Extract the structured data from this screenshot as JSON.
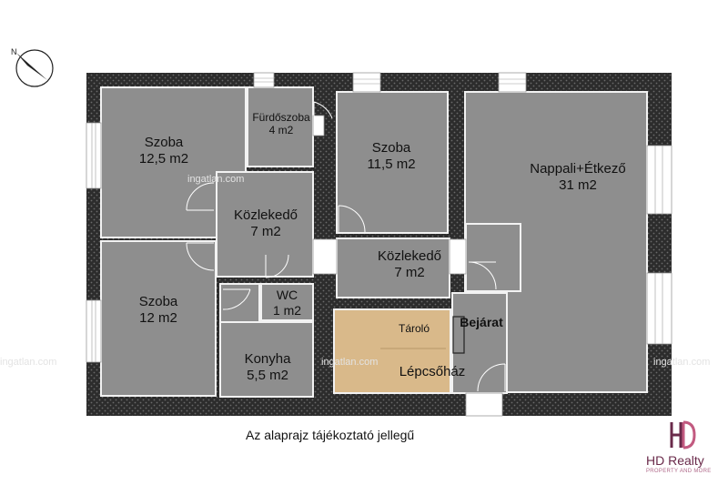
{
  "rooms": [
    {
      "id": "szoba1",
      "name": "Szoba",
      "area": "12,5 m2"
    },
    {
      "id": "furdo",
      "name": "Fürdőszoba",
      "area": "4 m2"
    },
    {
      "id": "szoba2",
      "name": "Szoba",
      "area": "11,5 m2"
    },
    {
      "id": "nappali",
      "name": "Nappali+Étkező",
      "area": "31 m2"
    },
    {
      "id": "kozl1",
      "name": "Közlekedő",
      "area": "7 m2"
    },
    {
      "id": "kozl2",
      "name": "Közlekedő",
      "area": "7 m2"
    },
    {
      "id": "szoba3",
      "name": "Szoba",
      "area": "12 m2"
    },
    {
      "id": "wc",
      "name": "WC",
      "area": "1 m2"
    },
    {
      "id": "konyha",
      "name": "Konyha",
      "area": "5,5 m2"
    },
    {
      "id": "lepcso",
      "name": "Lépcsőház",
      "area": ""
    }
  ],
  "labels": {
    "taroló": "Tároló",
    "bejarat": "Bejárat"
  },
  "caption": "Az alaprajz tájékoztató jellegű",
  "watermark": "ingatlan.com",
  "logo": {
    "brand": "HD Realty",
    "tagline": "PROPERTY AND MORE",
    "mark": "HD"
  },
  "colors": {
    "wall": "#3a3a3a",
    "room": "#8e8e8e",
    "storage": "#d9b98a",
    "brand": "#6a2a4a"
  }
}
